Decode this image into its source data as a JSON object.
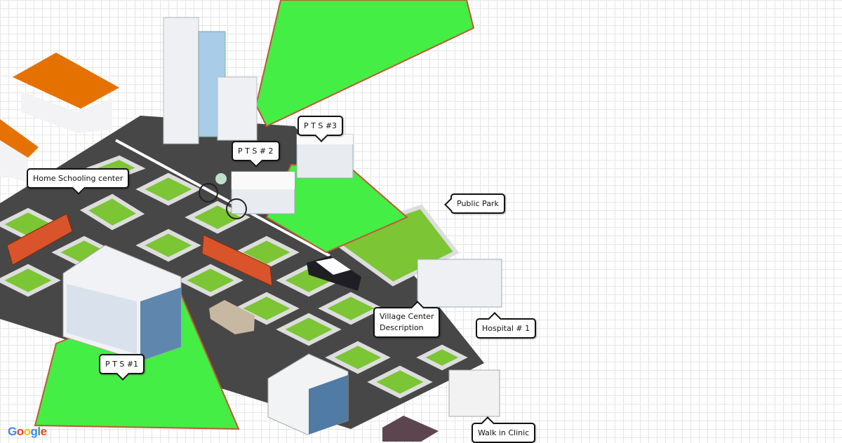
{
  "callouts": {
    "pts1": "P T S #1",
    "pts2": "P T S # 2",
    "pts3": "P T S #3",
    "home_schooling": "Home Schooling center",
    "public_park": "Public Park",
    "village_center_line1": "Village Center",
    "village_center_line2": "Description",
    "hospital": "Hospital # 1",
    "walk_in_clinic": "Walk in Clinic"
  },
  "logo": {
    "text": "Google",
    "letters": [
      "G",
      "o",
      "o",
      "g",
      "l",
      "e"
    ],
    "colors": [
      "#4285F4",
      "#EA4335",
      "#FBBC05",
      "#4285F4",
      "#34A853",
      "#EA4335"
    ]
  },
  "colors": {
    "coverage_fill": "#44ee44",
    "coverage_stroke": "#c0583a",
    "road": "#444444",
    "park": "#7cc534",
    "roof_orange": "#e57200",
    "bus": "#d9542a"
  }
}
